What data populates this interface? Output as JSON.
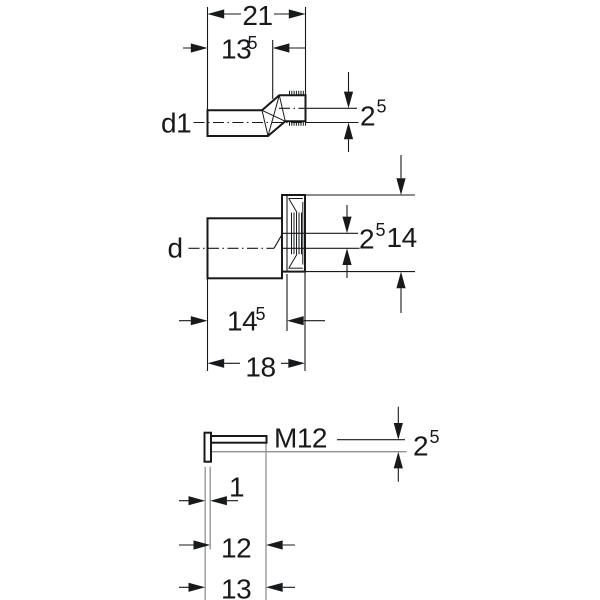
{
  "drawing": {
    "type": "technical-dimension-drawing",
    "views": {
      "top": {
        "label": "d1",
        "dim_total_width": "21",
        "dim_partial_width": {
          "main": "13",
          "sup": "5"
        },
        "dim_axis_offset": {
          "main": "2",
          "sup": "5"
        }
      },
      "middle": {
        "label": "d",
        "dim_axis_offset": {
          "main": "2",
          "sup": "5"
        },
        "dim_flange_height": "14",
        "dim_insert_depth": {
          "main": "14",
          "sup": "5"
        },
        "dim_total_length": "18"
      },
      "bottom": {
        "label": "M12",
        "dim_axis_offset": {
          "main": "2",
          "sup": "5"
        },
        "dim_head_width": "1",
        "dim_shaft_length": "12",
        "dim_total_length": "13"
      }
    },
    "colors": {
      "line": "#17191b",
      "secondary_line": "#8f9193",
      "background": "#ffffff"
    }
  }
}
